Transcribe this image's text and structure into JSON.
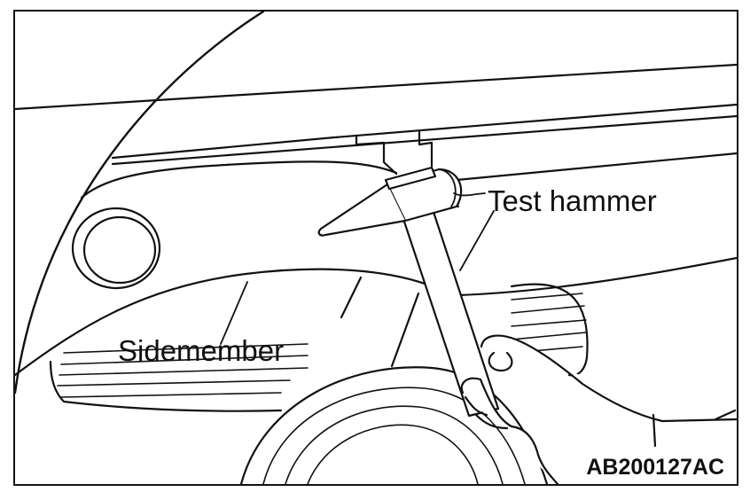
{
  "labels": {
    "test_hammer": "Test hammer",
    "sidemember": "Sidemember"
  },
  "figure_id": "AB200127AC",
  "colors": {
    "line": "#111111",
    "background": "#ffffff"
  }
}
